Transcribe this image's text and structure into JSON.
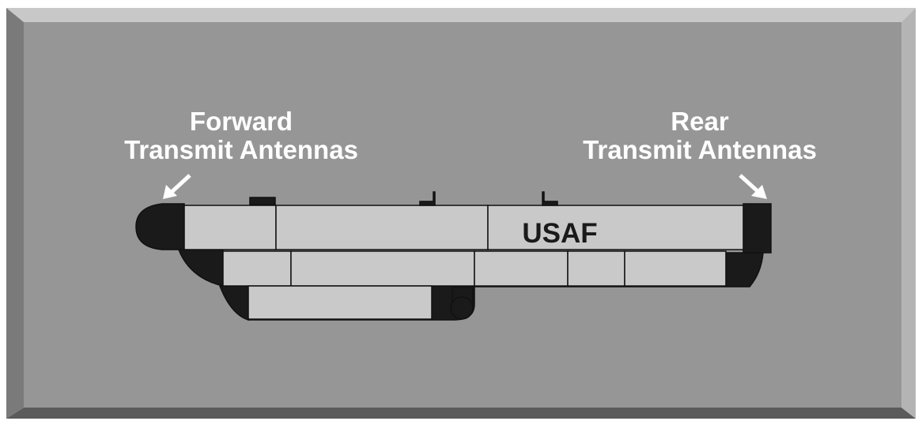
{
  "labels": {
    "forward": {
      "line1": "Forward",
      "line2": "Transmit Antennas"
    },
    "rear": {
      "line1": "Rear",
      "line2": "Transmit Antennas"
    }
  },
  "fuselage_marking": "USAF",
  "colors": {
    "frame_light": "#c8c8c8",
    "frame_dark": "#5a5a5a",
    "frame_mid": "#7a7a7a",
    "panel": "#969696",
    "pod_panel": "#c9c9c9",
    "pod_dark": "#1a1a1a",
    "label_text": "#ffffff"
  }
}
